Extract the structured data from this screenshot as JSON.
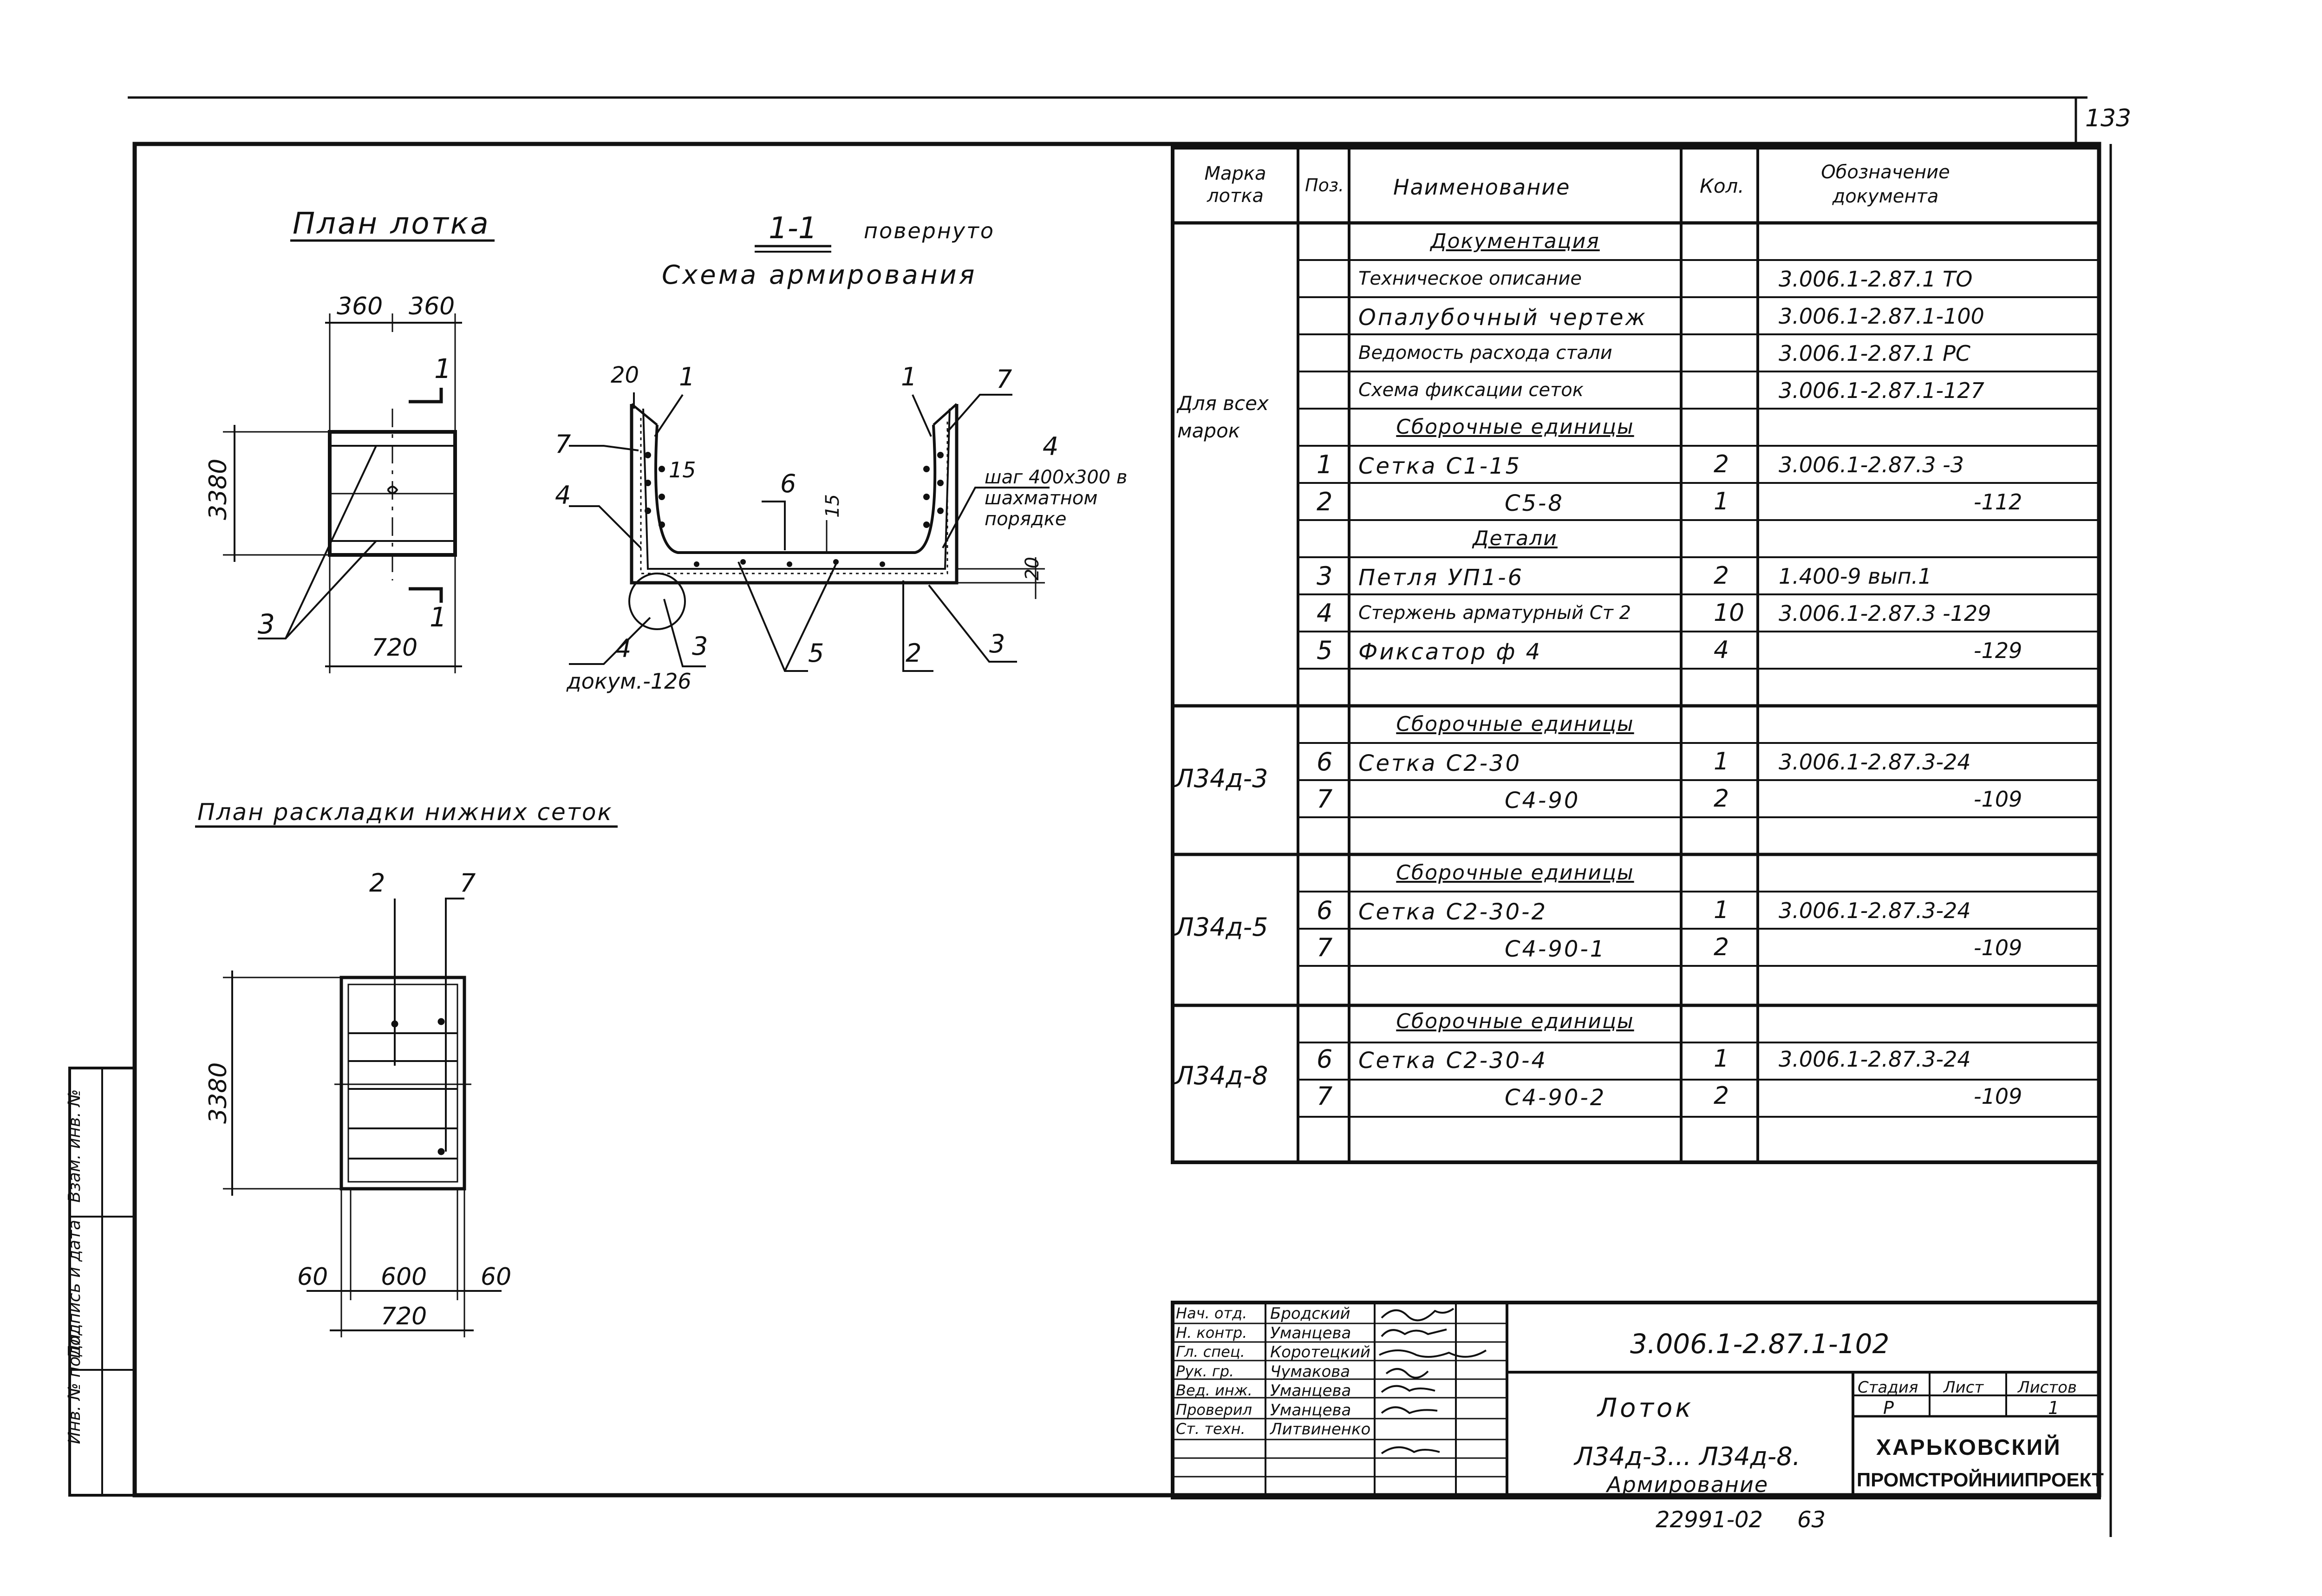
{
  "sheet_number": "133",
  "drawings": {
    "plan_title": "План лотка",
    "plan_dims": {
      "top_left": "360",
      "top_right": "360",
      "height": "3380",
      "bottom": "720"
    },
    "plan_labels": {
      "section_top": "1",
      "section_bottom": "1",
      "callout": "3"
    },
    "section_title_num": "1-1",
    "section_title_suffix": "повернуто",
    "section_subtitle": "Схема армирования",
    "section_labels": {
      "dim20_top": "20",
      "l1a": "1",
      "l1b": "1",
      "l7a": "7",
      "l7b": "7",
      "l15a": "15",
      "l15b": "15",
      "l4a": "4",
      "l4b": "4",
      "l6": "6",
      "l3a": "3",
      "l3b": "3",
      "l5": "5",
      "l2": "2",
      "l4c": "4",
      "dim20_right": "20"
    },
    "section_note": [
      "шаг 400х300 в",
      "шахматном",
      "порядке"
    ],
    "section_doc_ref": "докум.-126",
    "layout_title": "План раскладки нижних сеток",
    "layout_labels": {
      "l2": "2",
      "l7": "7"
    },
    "layout_dims": {
      "height": "3380",
      "left": "60",
      "middle": "600",
      "right": "60",
      "bottom": "720"
    }
  },
  "spec_table": {
    "headers": {
      "mark": "Марка лотка",
      "pos": "Поз.",
      "name": "Наименование",
      "qty": "Кол.",
      "doc": "Обозначение документа"
    },
    "groups": [
      {
        "mark": "Для всех марок",
        "rows": [
          {
            "pos": "",
            "name": "Документация",
            "qty": "",
            "doc": "",
            "heading": true
          },
          {
            "pos": "",
            "name": "Техническое описание",
            "qty": "",
            "doc": "3.006.1-2.87.1 ТО"
          },
          {
            "pos": "",
            "name": "Опалубочный чертеж",
            "qty": "",
            "doc": "3.006.1-2.87.1-100"
          },
          {
            "pos": "",
            "name": "Ведомость расхода стали",
            "qty": "",
            "doc": "3.006.1-2.87.1 РС"
          },
          {
            "pos": "",
            "name": "Схема фиксации сеток",
            "qty": "",
            "doc": "3.006.1-2.87.1-127"
          },
          {
            "pos": "",
            "name": "Сборочные единицы",
            "qty": "",
            "doc": "",
            "heading": true
          },
          {
            "pos": "1",
            "name": "Сетка С1-15",
            "qty": "2",
            "doc": "3.006.1-2.87.3 -3"
          },
          {
            "pos": "2",
            "name": "С5-8",
            "qty": "1",
            "doc": "-112"
          },
          {
            "pos": "",
            "name": "Детали",
            "qty": "",
            "doc": "",
            "heading": true
          },
          {
            "pos": "3",
            "name": "Петля УП1-6",
            "qty": "2",
            "doc": "1.400-9 вып.1"
          },
          {
            "pos": "4",
            "name": "Стержень арматурный Ст 2",
            "qty": "10",
            "doc": "3.006.1-2.87.3 -129"
          },
          {
            "pos": "5",
            "name": "Фиксатор ф 4",
            "qty": "4",
            "doc": "-129"
          },
          {
            "pos": "",
            "name": "",
            "qty": "",
            "doc": ""
          }
        ]
      },
      {
        "mark": "Л34д-3",
        "rows": [
          {
            "pos": "",
            "name": "Сборочные единицы",
            "qty": "",
            "doc": "",
            "heading": true
          },
          {
            "pos": "6",
            "name": "Сетка С2-30",
            "qty": "1",
            "doc": "3.006.1-2.87.3-24"
          },
          {
            "pos": "7",
            "name": "С4-90",
            "qty": "2",
            "doc": "-109"
          },
          {
            "pos": "",
            "name": "",
            "qty": "",
            "doc": ""
          }
        ]
      },
      {
        "mark": "Л34д-5",
        "rows": [
          {
            "pos": "",
            "name": "Сборочные единицы",
            "qty": "",
            "doc": "",
            "heading": true
          },
          {
            "pos": "6",
            "name": "Сетка С2-30-2",
            "qty": "1",
            "doc": "3.006.1-2.87.3-24"
          },
          {
            "pos": "7",
            "name": "С4-90-1",
            "qty": "2",
            "doc": "-109"
          },
          {
            "pos": "",
            "name": "",
            "qty": "",
            "doc": ""
          }
        ]
      },
      {
        "mark": "Л34д-8",
        "rows": [
          {
            "pos": "",
            "name": "Сборочные единицы",
            "qty": "",
            "doc": "",
            "heading": true
          },
          {
            "pos": "6",
            "name": "Сетка С2-30-4",
            "qty": "1",
            "doc": "3.006.1-2.87.3-24"
          },
          {
            "pos": "7",
            "name": "С4-90-2",
            "qty": "2",
            "doc": "-109"
          },
          {
            "pos": "",
            "name": "",
            "qty": "",
            "doc": ""
          }
        ]
      }
    ]
  },
  "title_block": {
    "signers": [
      {
        "role": "Нач. отд.",
        "name": "Бродский"
      },
      {
        "role": "Н. контр.",
        "name": "Уманцева"
      },
      {
        "role": "Гл. спец.",
        "name": "Коротецкий"
      },
      {
        "role": "Рук. гр.",
        "name": "Чумакова"
      },
      {
        "role": "Вед. инж.",
        "name": "Уманцева"
      },
      {
        "role": "Проверил",
        "name": "Уманцева"
      },
      {
        "role": "Ст. техн.",
        "name": "Литвиненко"
      }
    ],
    "document_code": "3.006.1-2.87.1-102",
    "name_line1": "Лоток",
    "name_line2": "Л34д-3... Л34д-8.",
    "name_line3": "Армирование",
    "stage_label": "Стадия",
    "sheet_label": "Лист",
    "sheets_label": "Листов",
    "stage": "Р",
    "sheet": "",
    "sheets": "1",
    "org_line1": "Харьковский",
    "org_line2": "Промстройниипроект"
  },
  "side_stamp": [
    "Инв. № подл.",
    "Подпись и дата",
    "Взам. инв. №"
  ],
  "footer": {
    "archive": "22991-02",
    "page": "63"
  }
}
